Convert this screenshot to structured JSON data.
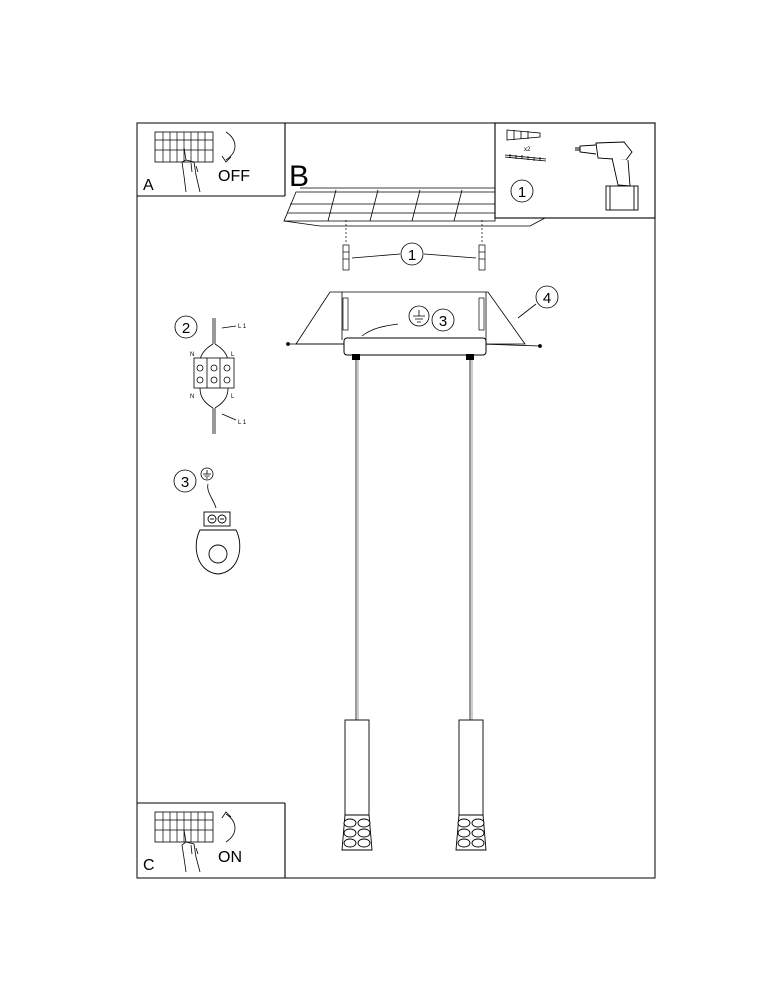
{
  "panels": {
    "a": {
      "letter": "A",
      "switch_text": "OFF"
    },
    "b": {
      "letter": "B"
    },
    "c": {
      "letter": "C",
      "switch_text": "ON"
    }
  },
  "callouts": {
    "tools": "1",
    "screws": "1",
    "ground_main": "3",
    "ceiling_cover": "4",
    "wiring_detail": "2",
    "ground_detail": "3"
  },
  "tools_box": {
    "quantity": "x2"
  },
  "wiring": {
    "labels_top": [
      "L 1",
      "N",
      "L"
    ],
    "labels_bottom": [
      "N",
      "L",
      "L 1"
    ]
  }
}
